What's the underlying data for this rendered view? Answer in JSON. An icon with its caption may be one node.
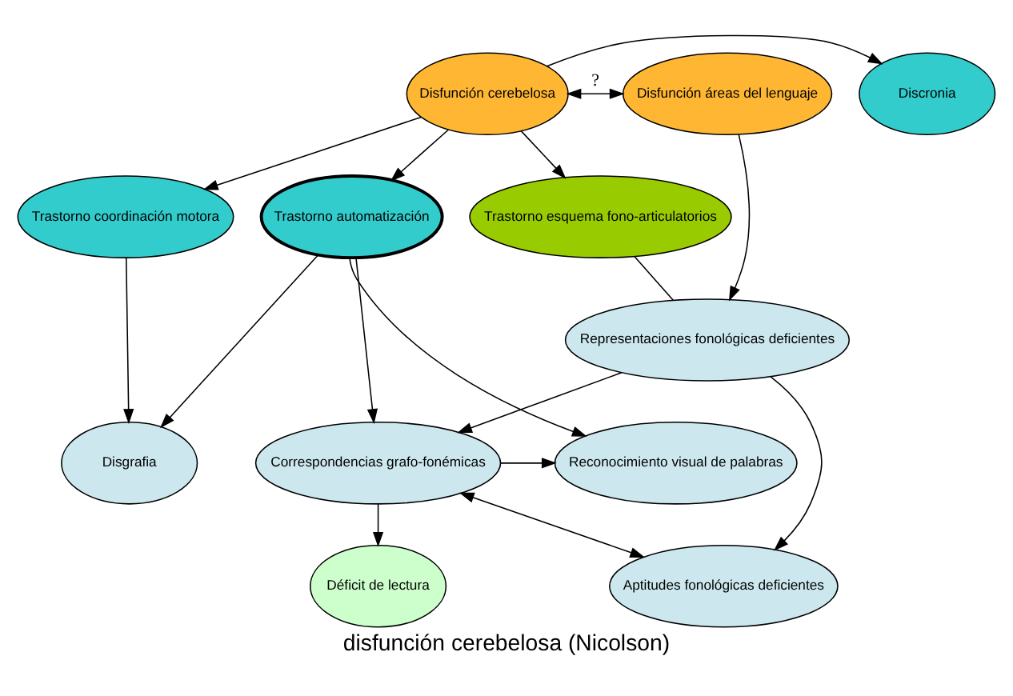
{
  "diagram": {
    "caption": "disfunción cerebelosa (Nicolson)",
    "nodes": [
      {
        "text": [
          "Discronia"
        ]
      },
      {
        "text": [
          "Disfunción cerebelosa"
        ]
      },
      {
        "text": [
          "Disfunción áreas del lenguaje"
        ]
      },
      {
        "text": [
          "Trastorno coordinación motora"
        ]
      },
      {
        "text": [
          "Trastorno automatización"
        ]
      },
      {
        "text": [
          "Trastorno esquema fono-articulatorios"
        ]
      },
      {
        "text": [
          "Representaciones fonológicas deficientes"
        ]
      },
      {
        "text": [
          "Disgrafia"
        ]
      },
      {
        "text": [
          "Reconocimiento visual de palabras"
        ]
      },
      {
        "text": [
          "Correspondencias grafo-fonémicas"
        ]
      },
      {
        "text": [
          "Déficit de lectura"
        ]
      },
      {
        "text": [
          "Aptitudes fonológicas deficientes"
        ]
      }
    ],
    "edges": [
      {
        "from": 1,
        "to": 0,
        "arrow": "to"
      },
      {
        "from": 1,
        "to": 2,
        "arrow": "both",
        "label": "?"
      },
      {
        "from": 1,
        "to": 3,
        "arrow": "to"
      },
      {
        "from": 1,
        "to": 4,
        "arrow": "to"
      },
      {
        "from": 1,
        "to": 5,
        "arrow": "to"
      },
      {
        "from": 2,
        "to": 6,
        "arrow": "to"
      },
      {
        "from": 5,
        "to": 6,
        "arrow": "none"
      },
      {
        "from": 3,
        "to": 7,
        "arrow": "to"
      },
      {
        "from": 4,
        "to": 7,
        "arrow": "to"
      },
      {
        "from": 4,
        "to": 8,
        "arrow": "to"
      },
      {
        "from": 4,
        "to": 9,
        "arrow": "to"
      },
      {
        "from": 6,
        "to": 9,
        "arrow": "to"
      },
      {
        "from": 6,
        "to": 11,
        "arrow": "to"
      },
      {
        "from": 9,
        "to": 8,
        "arrow": "to"
      },
      {
        "from": 9,
        "to": 10,
        "arrow": "to"
      },
      {
        "from": 9,
        "to": 11,
        "arrow": "both"
      }
    ]
  }
}
